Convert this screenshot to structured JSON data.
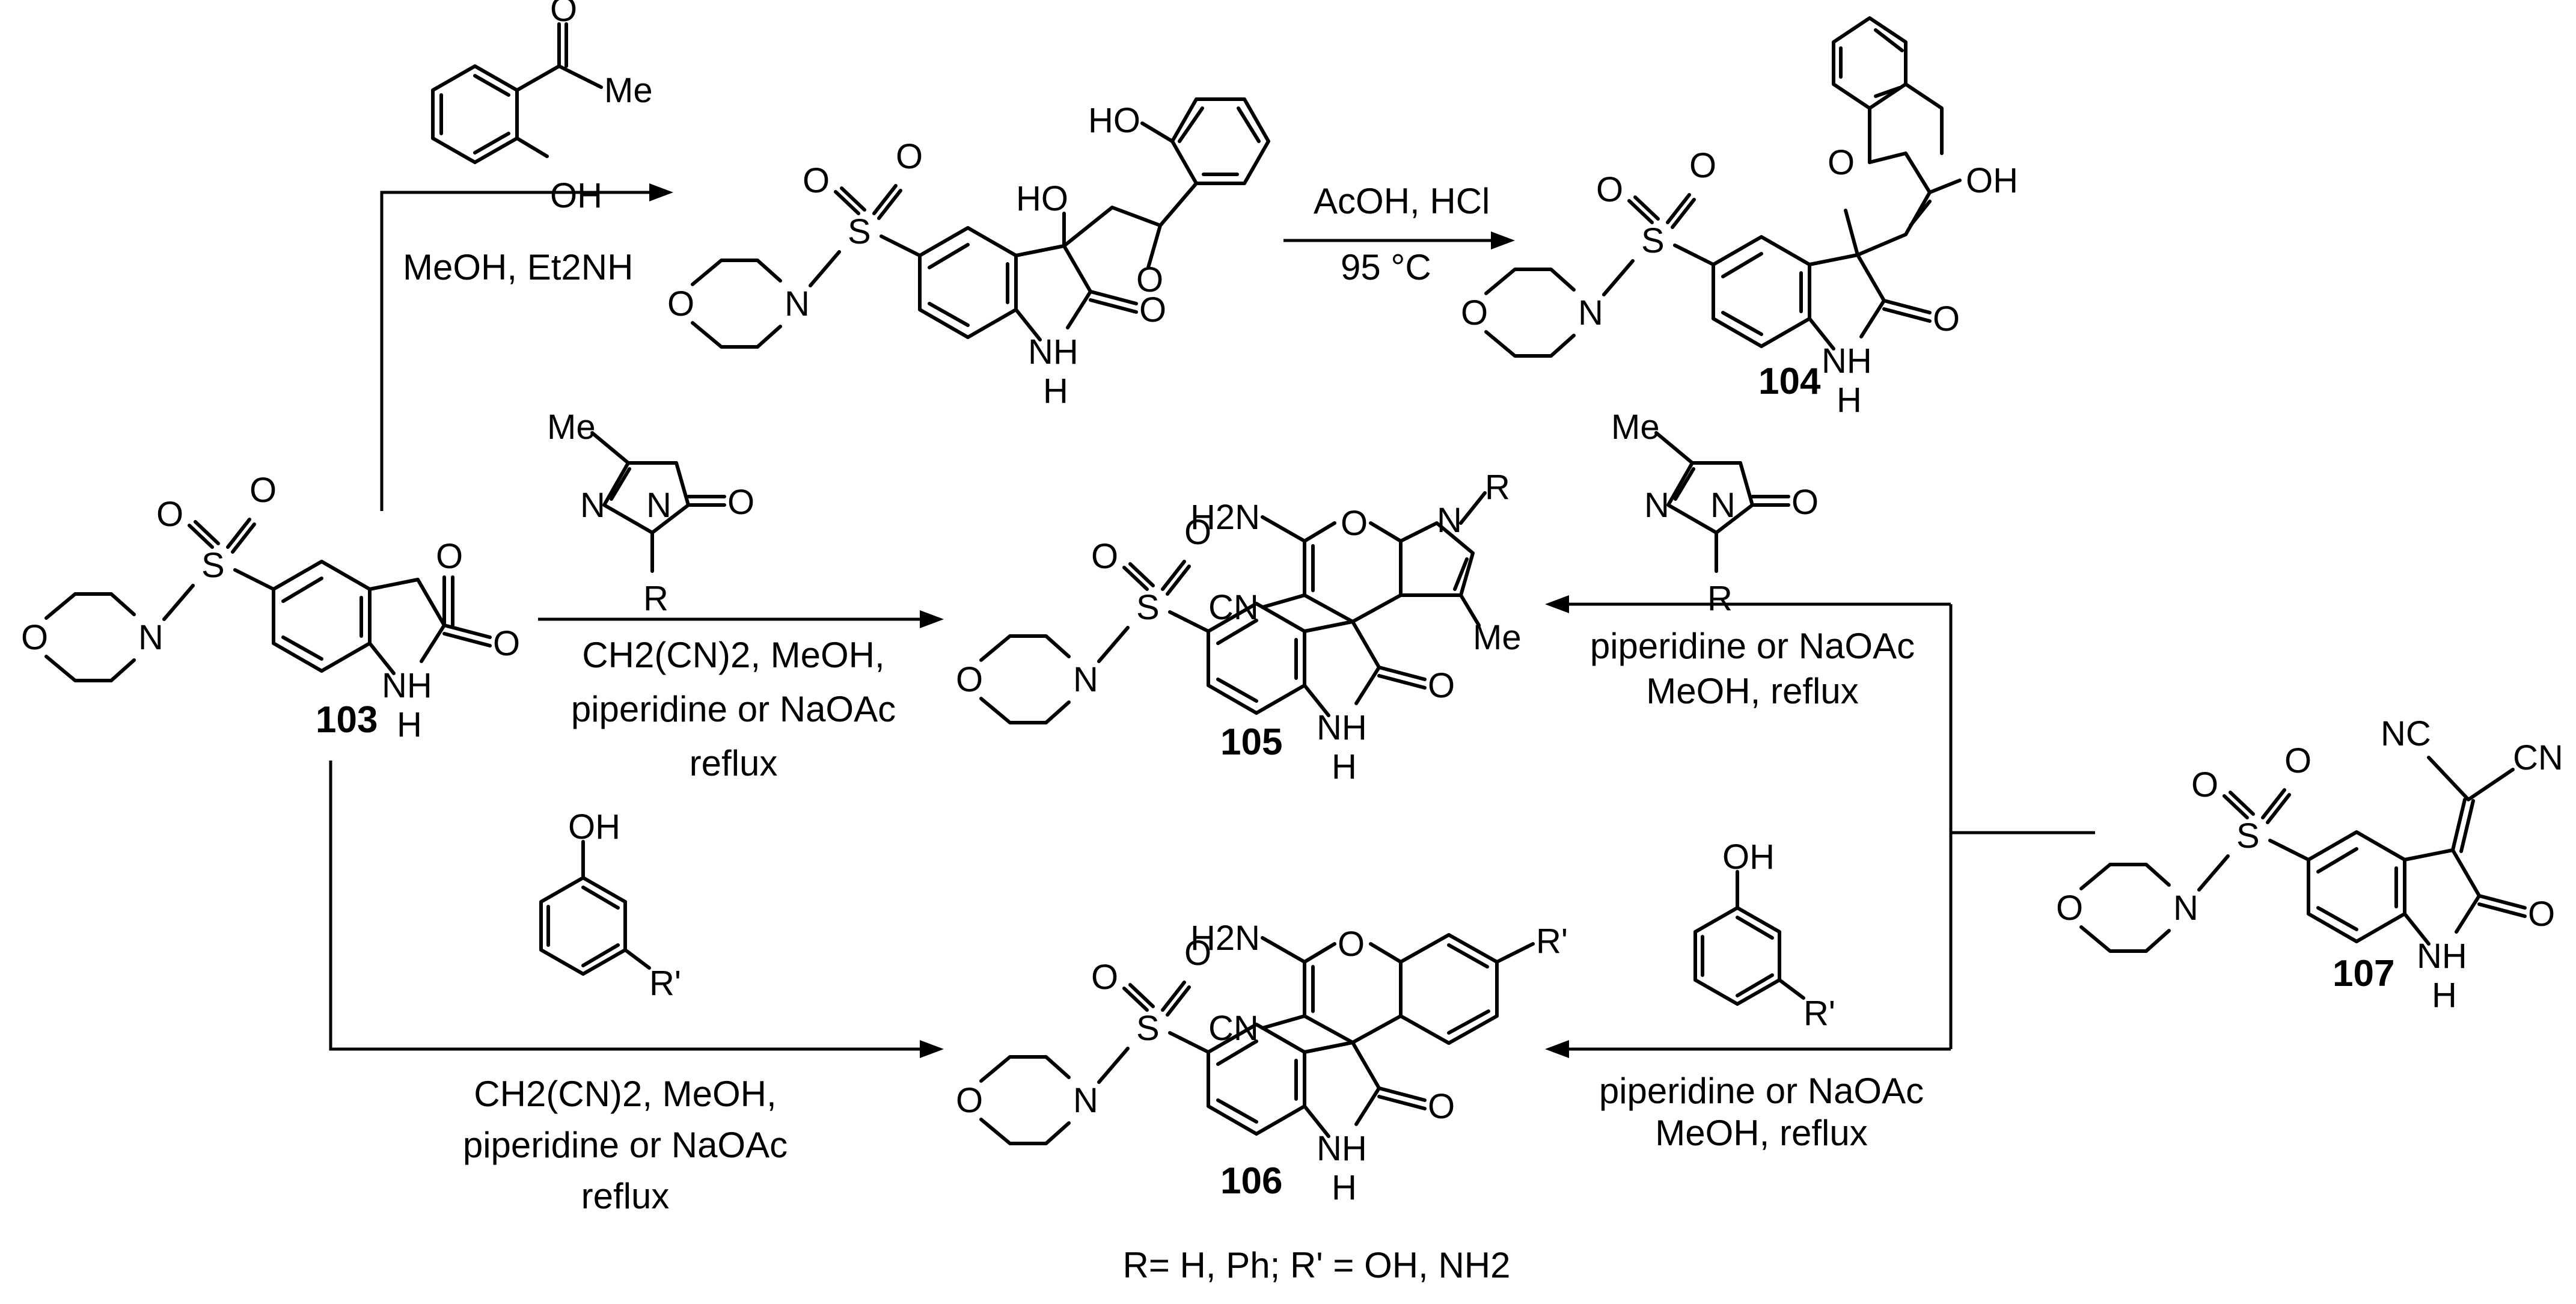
{
  "atoms": {
    "O": "O",
    "S": "S",
    "N": "N",
    "NH": "NH",
    "H": "H",
    "HO": "HO",
    "OH": "OH",
    "Me": "Me",
    "R": "R",
    "R_prime": "R'",
    "CN": "CN",
    "NC": "NC",
    "H2N": "H2N"
  },
  "compounds": {
    "c103": "103",
    "c104": "104",
    "c105": "105",
    "c106": "106",
    "c107": "107"
  },
  "conditions": {
    "top_left": "MeOH, Et2NH",
    "top_right_1": "AcOH, HCl",
    "top_right_2": "95 °C",
    "mid_left_1": "CH2(CN)2, MeOH,",
    "mid_left_2": "piperidine or NaOAc",
    "mid_left_3": "reflux",
    "mid_right_1": "piperidine or NaOAc",
    "mid_right_2": "MeOH, reflux",
    "bot_left_1": "CH2(CN)2, MeOH,",
    "bot_left_2": "piperidine or NaOAc",
    "bot_left_3": "reflux",
    "bot_right_1": "piperidine or NaOAc",
    "bot_right_2": "MeOH, reflux"
  },
  "footnote": "R= H, Ph; R' = OH, NH2"
}
